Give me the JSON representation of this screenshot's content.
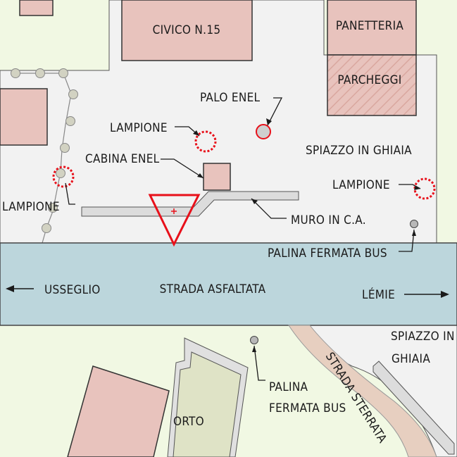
{
  "colors": {
    "background_green": "#f1f8e3",
    "paved_area": "#f2f2f2",
    "building": "#e8c3bd",
    "road": "#bcd6dc",
    "dirt_road": "#e7cfc0",
    "orto": "#dfe3c6",
    "wall": "#dcdcdc",
    "warning": "#e8101a",
    "street_light": "#e8101a",
    "pole": "#c9c9c9"
  },
  "labels": {
    "civico": "CIVICO N.15",
    "panetteria": "PANETTERIA",
    "parcheggi": "PARCHEGGI",
    "palo_enel": "PALO ENEL",
    "lampione_center": "LAMPIONE",
    "cabina_enel": "CABINA ENEL",
    "spiazzo_ghiaia_top": "SPIAZZO IN GHIAIA",
    "lampione_right": "LAMPIONE",
    "lampione_left": "LAMPIONE",
    "muro": "MURO IN C.A.",
    "palina_top": "PALINA FERMATA BUS",
    "direction_left": "USSEGLIO",
    "road_name": "STRADA ASFALTATA",
    "direction_right": "LÉMIE",
    "spiazzo_right_line1": "SPIAZZO IN",
    "spiazzo_right_line2": "GHIAIA",
    "palina_bottom_line1": "PALINA",
    "palina_bottom_line2": "FERMATA BUS",
    "strada_sterrata": "STRADA STERRATA",
    "orto": "ORTO"
  },
  "icons": {
    "street_light": "dashed-red-circle",
    "electric_pole": "grey-circle-red-outline",
    "bus_stop": "grey-circle",
    "fence_post": "grey-circle",
    "hazard": "red-triangle"
  }
}
